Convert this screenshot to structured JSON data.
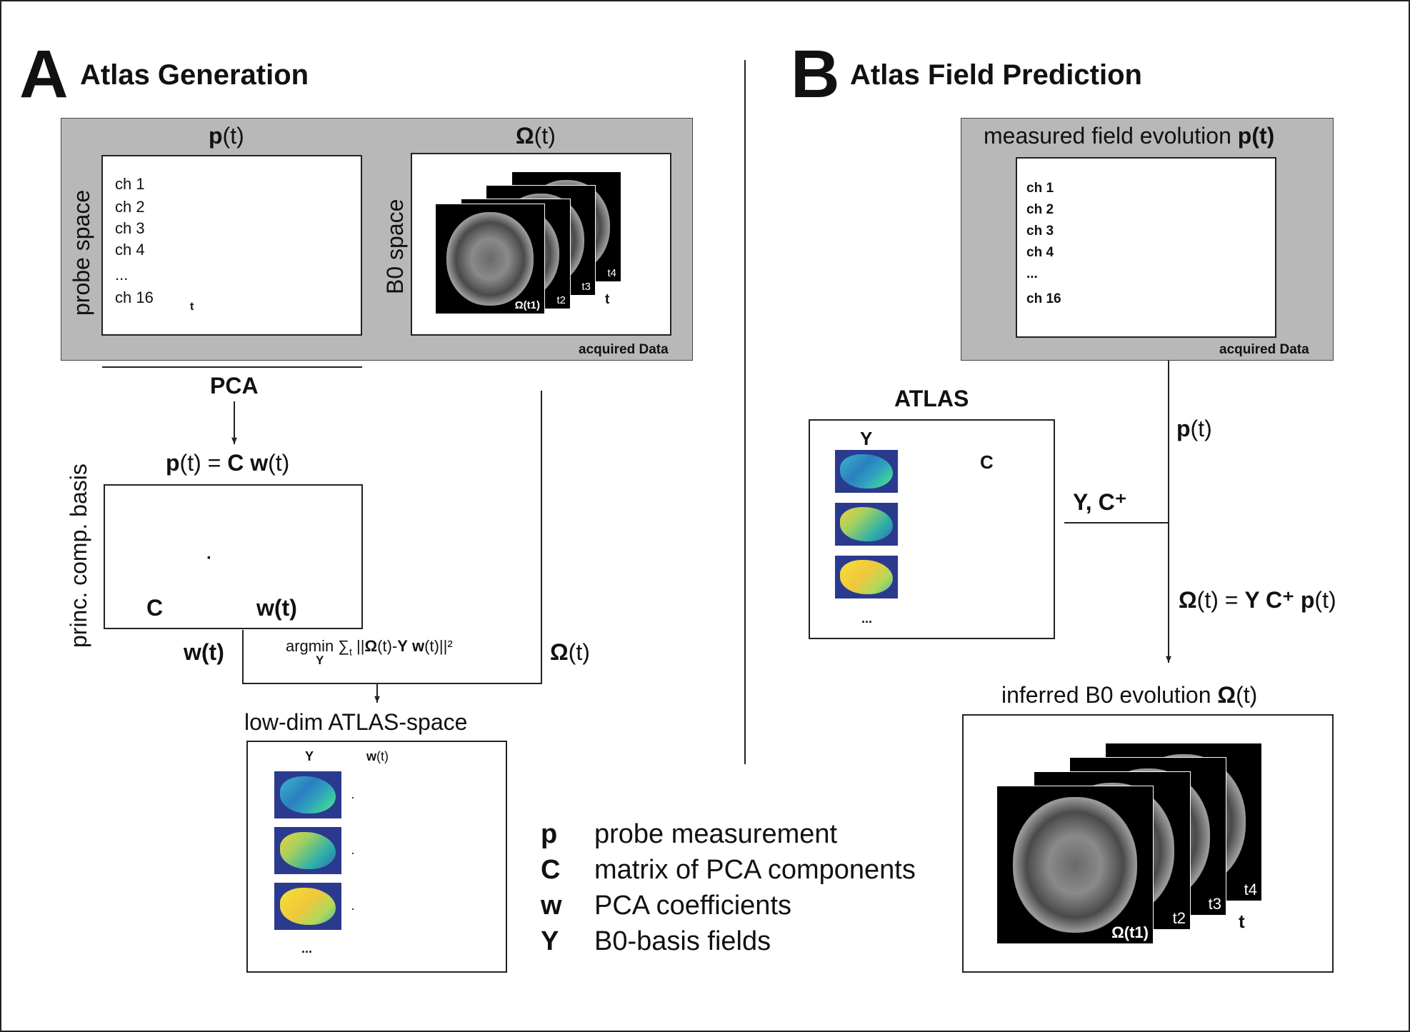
{
  "panel_a": {
    "letter": "A",
    "title": "Atlas Generation",
    "probe": {
      "title_bold": "p",
      "title_rest": "(t)",
      "space_label": "probe space",
      "channels": [
        "ch 1",
        "ch 2",
        "ch 3",
        "ch 4",
        "...",
        "ch 16"
      ],
      "time_label": "t"
    },
    "b0": {
      "title_bold": "Ω",
      "title_rest": "(t)",
      "space_label": "B0 space",
      "frame_labels": [
        "Ω(t1)",
        "t2",
        "t3",
        "t4"
      ],
      "time_label": "t"
    },
    "acquired_label": "acquired Data",
    "pca_label": "PCA",
    "equation": "p(t) = C w(t)",
    "basis_label": "princ. comp. basis",
    "matrix_label": "C",
    "weights_label": "w(t)",
    "w_arrow_label": "w(t)",
    "omega_arrow_label": "Ω(t)",
    "argmin_label": "argmin ∑t ||Ω(t)-Y w(t)||²",
    "argmin_sub": "Y",
    "atlas_space_title": "low-dim ATLAS-space",
    "atlas_space_y": "Y",
    "atlas_space_w": "w(t)",
    "ellipsis": "..."
  },
  "legend": [
    {
      "symbol": "p",
      "text": "probe measurement"
    },
    {
      "symbol": "C",
      "text": "matrix of PCA components"
    },
    {
      "symbol": "w",
      "text": "PCA coefficients"
    },
    {
      "symbol": "Y",
      "text": "B0-basis fields"
    }
  ],
  "panel_b": {
    "letter": "B",
    "title": "Atlas Field Prediction",
    "measured_title": "measured field evolution",
    "measured_bold": "p(t)",
    "channels": [
      "ch 1",
      "ch 2",
      "ch 3",
      "ch 4",
      "...",
      "ch 16"
    ],
    "acquired_label": "acquired Data",
    "atlas_title": "ATLAS",
    "atlas_y": "Y",
    "atlas_c": "C",
    "atlas_ellipsis": "...",
    "p_label": "p(t)",
    "yc_label": "Y, C⁺",
    "prediction_eq": "Ω(t) = Y C⁺ p(t)",
    "inferred_title": "inferred B0 evolution",
    "inferred_bold": "Ω",
    "inferred_rest": "(t)",
    "frame_labels": [
      "Ω(t1)",
      "t2",
      "t3",
      "t4"
    ],
    "time_label": "t"
  },
  "colors": {
    "ch1": "#e8a820",
    "ch2": "#9b1c28",
    "ch3": "#6aa636",
    "ch4": "#3bb3e0",
    "ch16": "#e05a1e",
    "w5": "#7b2f8e",
    "w4": "#1f6fb5",
    "gray_panel": "#b8b8b8"
  }
}
